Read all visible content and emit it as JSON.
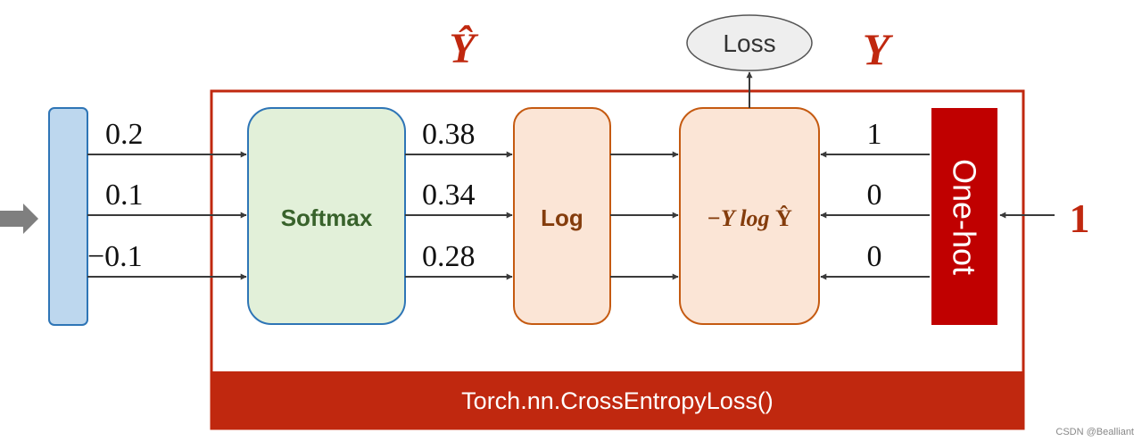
{
  "labels": {
    "y_hat": "Ŷ",
    "y": "Y",
    "loss": "Loss",
    "softmax": "Softmax",
    "log": "Log",
    "formula_prefix": "−Y log ",
    "formula_yhat": "Ŷ",
    "onehot": "One-hot",
    "class_index": "1",
    "footer": "Torch.nn.CrossEntropyLoss()",
    "watermark": "CSDN @Bealliant"
  },
  "logits": [
    "0.2",
    "0.1",
    "−0.1"
  ],
  "probs": [
    "0.38",
    "0.34",
    "0.28"
  ],
  "targets": [
    "1",
    "0",
    "0"
  ],
  "colors": {
    "accent_red": "#c0280f",
    "onehot_red": "#c00000",
    "input_bar_fill": "#bdd7ee",
    "input_bar_stroke": "#2e75b6",
    "softmax_fill": "#e2f0d9",
    "softmax_stroke": "#2e75b6",
    "softmax_text": "#38622b",
    "orange_fill": "#fbe5d6",
    "orange_stroke": "#c55a11",
    "log_text": "#843c0c",
    "loss_fill": "#eeeeee",
    "arrow": "#3a3a3a"
  }
}
